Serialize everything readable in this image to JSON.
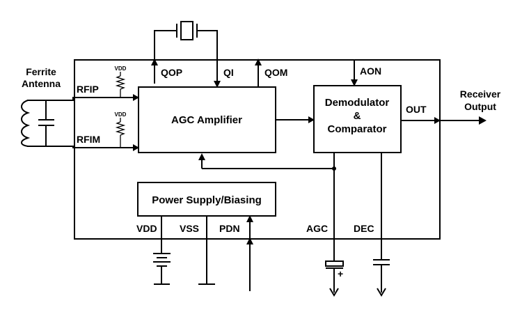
{
  "labels": {
    "antenna": [
      "Ferrite",
      "Antenna"
    ],
    "receiver_output": [
      "Receiver",
      "Output"
    ],
    "rfip": "RFIP",
    "rfim": "RFIM",
    "vdd_small": "VDD",
    "qop": "QOP",
    "qi": "QI",
    "qom": "QOM",
    "aon": "AON",
    "out": "OUT",
    "vdd": "VDD",
    "vss": "VSS",
    "pdn": "PDN",
    "agc": "AGC",
    "dec": "DEC",
    "plus": "+"
  },
  "blocks": {
    "agc_amplifier": "AGC Amplifier",
    "demodulator": [
      "Demodulator",
      "&",
      "Comparator"
    ],
    "power_supply": "Power Supply/Biasing"
  }
}
